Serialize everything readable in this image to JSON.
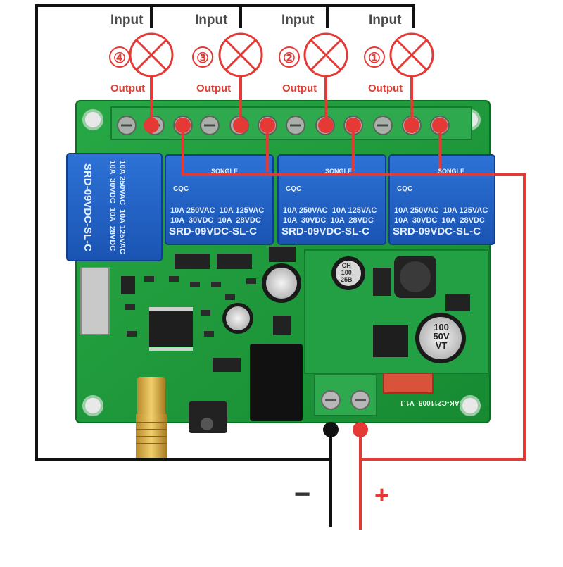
{
  "terminals": [
    {
      "number": "④",
      "input_label": "Input",
      "output_label": "Output"
    },
    {
      "number": "③",
      "input_label": "Input",
      "output_label": "Output"
    },
    {
      "number": "②",
      "input_label": "Input",
      "output_label": "Output"
    },
    {
      "number": "①",
      "input_label": "Input",
      "output_label": "Output"
    }
  ],
  "relay": {
    "brand": "SONGLE",
    "cert": "CQC",
    "ratings": "10A 250VAC  10A 125VAC\n10A  30VDC  10A  28VDC",
    "model": "SRD-09VDC-SL-C"
  },
  "capacitor": {
    "value": "100",
    "voltage": "50V",
    "series": "VT"
  },
  "inductor": {
    "text": "CH\n100\n25B"
  },
  "board_label": {
    "name": "AK-C211008",
    "version": "V1.1"
  },
  "power": {
    "minus": "−",
    "plus": "+"
  },
  "colors": {
    "board": "#1f9a3a",
    "relay": "#1f5fc4",
    "wire_red": "#e53935",
    "wire_black": "#111111",
    "label_red": "#e0413a"
  }
}
